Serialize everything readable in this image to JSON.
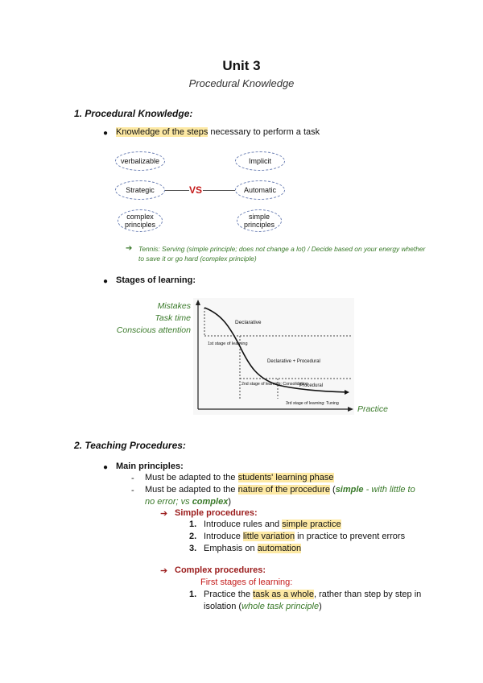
{
  "title": "Unit 3",
  "subtitle": "Procedural Knowledge",
  "section1": {
    "heading": "1.  Procedural Knowledge:",
    "bullet1": {
      "highlight": "Knowledge of the steps",
      "rest": " necessary to perform  a task"
    },
    "diagram": {
      "left": [
        "verbalizable",
        "Strategic",
        "complex principles"
      ],
      "right": [
        "Implicit",
        "Automatic",
        "simple principles"
      ],
      "vs": "VS"
    },
    "example_arrow": "➔",
    "example": "Tennis: Serving (simple principle; does not change a lot) / Decide based on your energy whether to save it or go hard (complex principle)",
    "bullet2": "Stages of learning:",
    "chart_labels": {
      "y1": "Mistakes",
      "y2": "Task time",
      "y3": "Conscious attention",
      "x": "Practice",
      "declarative": "Declarative",
      "stage1": "1st stage of learning",
      "decl_proc": "Declarative + Procedural",
      "procedural": "Procedural",
      "stage2": "2nd stage of learning: Consolidating",
      "stage3": "3rd stage of learning: Tuning"
    }
  },
  "section2": {
    "heading": "2.  Teaching Procedures:",
    "main_principles": "Main principles:",
    "dash1": {
      "pre": "Must be adapted to the ",
      "hl": "students' learning phase"
    },
    "dash2": {
      "pre": "Must be adapted to the ",
      "hl": "nature of the procedure",
      "p1": " (",
      "simple": "simple",
      "p2": " - with little to",
      "line2": "no error; vs ",
      "complex": "complex",
      "p3": ")"
    },
    "simple_heading": "Simple procedures:",
    "simple_items": [
      {
        "num": "1.",
        "pre": "Introduce rules and ",
        "hl": "simple practice",
        "post": ""
      },
      {
        "num": "2.",
        "pre": "Introduce ",
        "hl": "little variation",
        "post": " in practice to prevent errors"
      },
      {
        "num": "3.",
        "pre": "Emphasis on ",
        "hl": "automation",
        "post": ""
      }
    ],
    "complex_heading": "Complex procedures:",
    "first_stages": "First stages of learning:",
    "complex_item": {
      "num": "1.",
      "pre": "Practice the ",
      "hl": "task as a whole",
      "post": ", rather than step by step in",
      "line2a": "isolation (",
      "line2b": "whole task principle",
      "line2c": ")"
    }
  },
  "chart_data": {
    "type": "line",
    "title": "",
    "xlabel": "Practice",
    "ylabel": "Mistakes / Task time / Conscious attention",
    "series": [],
    "annotations": [
      "Declarative",
      "1st stage of learning",
      "Declarative + Procedural",
      "Procedural",
      "2nd stage of learning: Consolidating",
      "3rd stage of learning: Tuning"
    ]
  }
}
